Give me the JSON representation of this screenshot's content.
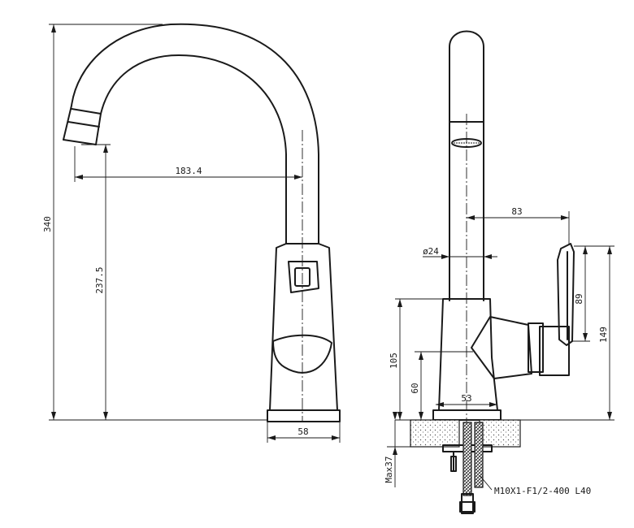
{
  "front_view": {
    "height_overall": "340",
    "spout_height": "237.5",
    "spout_reach": "183.4",
    "base_width": "58"
  },
  "side_view": {
    "lever_offset": "83",
    "body_diameter": "ø24",
    "lever_height": "89",
    "total_height": "149",
    "body_height": "105",
    "connection_height": "60",
    "base_diameter": "53",
    "max_countertop": "Max37",
    "hose_spec": "M10X1-F1/2-400 L40"
  }
}
